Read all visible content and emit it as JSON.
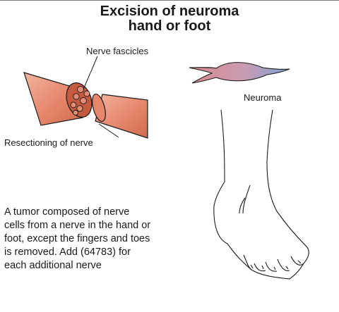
{
  "title": {
    "line1": "Excision of neuroma",
    "line2": "hand or foot"
  },
  "labels": {
    "nerve_fascicles": "Nerve fascicles",
    "neuroma": "Neuroma",
    "resectioning": "Resectioning of nerve"
  },
  "description": {
    "lines": [
      "A tumor composed of nerve",
      "cells from a nerve in the hand or",
      "foot, except the fingers and toes",
      "is removed. Add (64783) for",
      "each additional nerve"
    ]
  },
  "colors": {
    "nerve_fill": "#e8907a",
    "nerve_dark": "#c45a3e",
    "neuroma_pink": "#d98a8a",
    "neuroma_blue": "#7fa3d6"
  }
}
